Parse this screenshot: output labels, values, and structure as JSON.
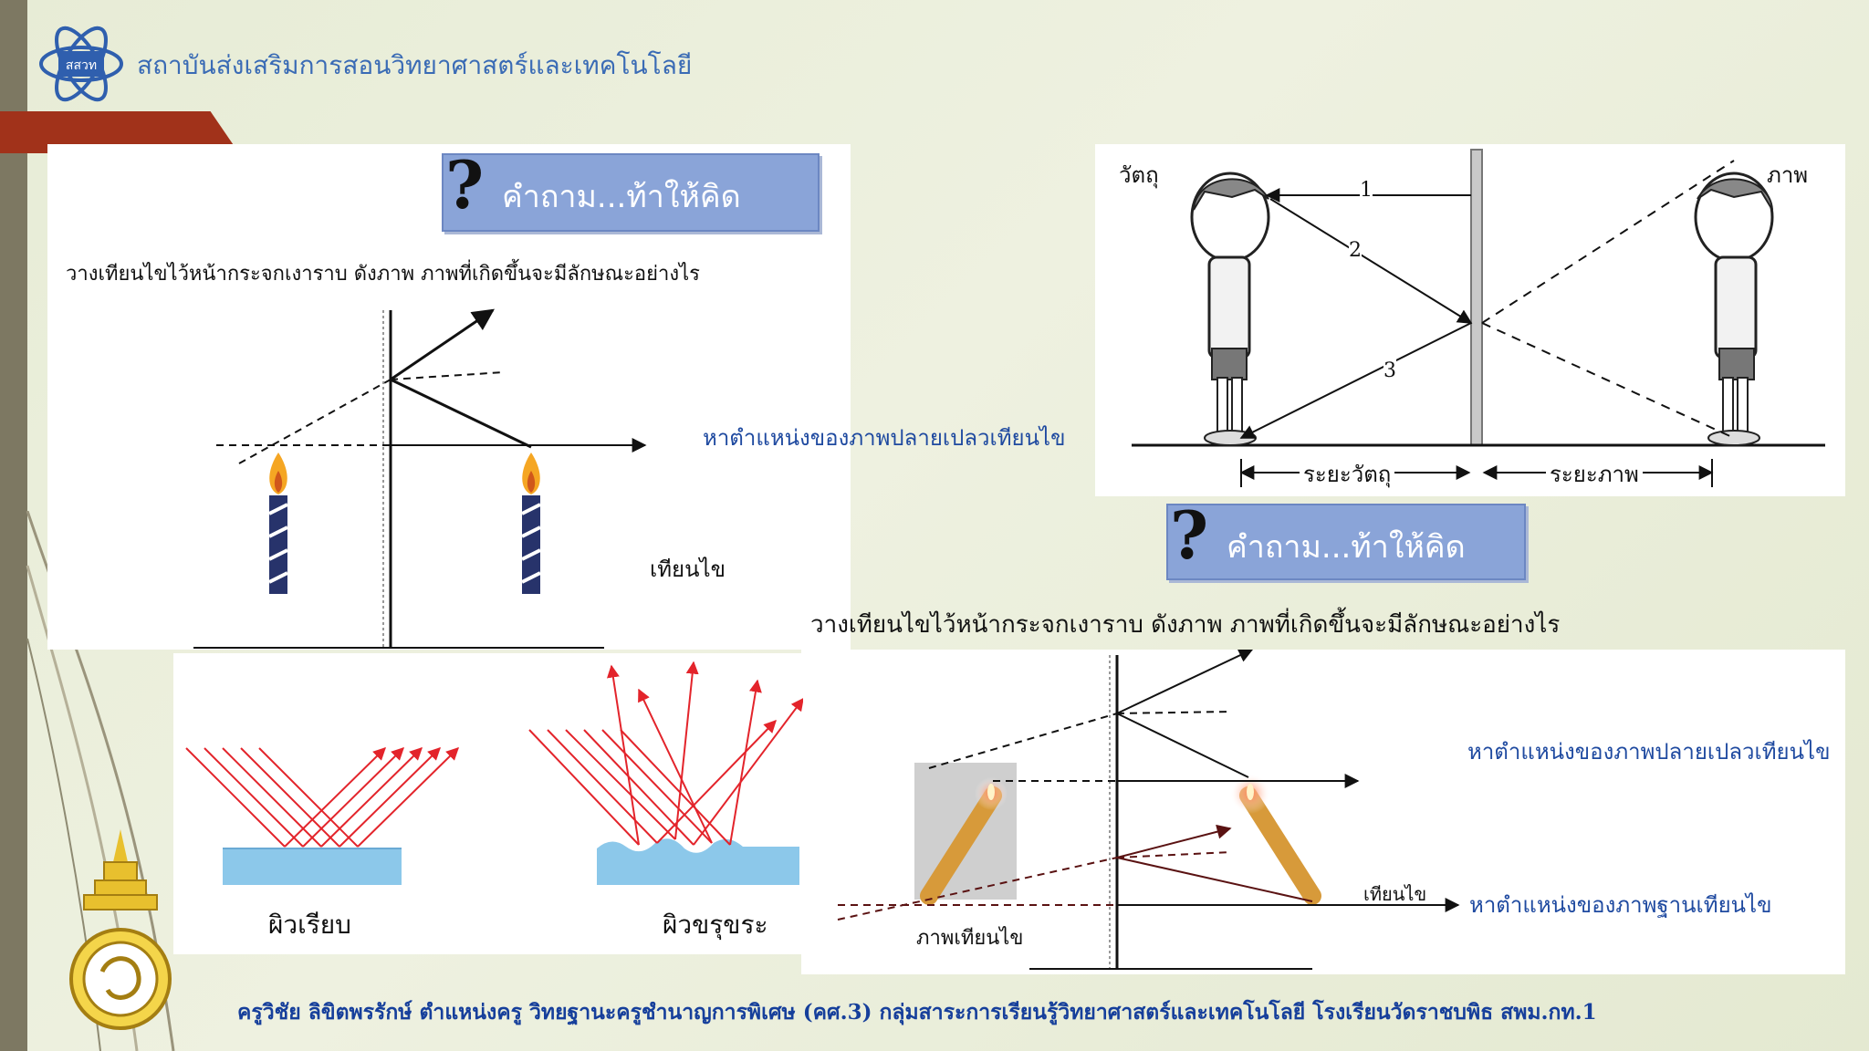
{
  "header": {
    "title": "สถาบันส่งเสริมการสอนวิทยาศาสตร์และเทคโนโลยี",
    "logo_text": "สสวท"
  },
  "question_banner": {
    "label": "คำถาม...ท้าให้คิด",
    "icon": "question-mark-icon"
  },
  "left_panel": {
    "question": "วางเทียนไขไว้หน้ากระจกเงาราบ ดังภาพ  ภาพที่เกิดขึ้นจะมีลักษณะอย่างไร",
    "instruction": "หาตำแหน่งของภาพปลายเปลวเทียนไข",
    "candle_label": "เทียนไข"
  },
  "right_top_diagram": {
    "object_label": "วัตถุ",
    "image_label": "ภาพ",
    "ray_numbers": [
      "1",
      "2",
      "3"
    ],
    "object_distance_label": "ระยะวัตถุ",
    "image_distance_label": "ระยะภาพ"
  },
  "right_bottom_panel": {
    "question": "วางเทียนไขไว้หน้ากระจกเงาราบ ดังภาพ  ภาพที่เกิดขึ้นจะมีลักษณะอย่างไร",
    "instruction_tip": "หาตำแหน่งของภาพปลายเปลวเทียนไข",
    "instruction_base": "หาตำแหน่งของภาพฐานเทียนไข",
    "candle_label": "เทียนไข",
    "image_candle_label": "ภาพเทียนไข"
  },
  "reflection_panel": {
    "smooth_label": "ผิวเรียบ",
    "rough_label": "ผิวขรุขระ"
  },
  "footer": {
    "text": "ครูวิชัย ลิขิตพรรักษ์ ตำแหน่งครู วิทยฐานะครูชำนาญการพิเศษ (คศ.3) กลุ่มสาระการเรียนรู้วิทยาศาสตร์และเทคโนโลยี  โรงเรียนวัดราชบพิธ สพม.กท.1"
  },
  "colors": {
    "header_blue": "#3a6bb5",
    "banner_blue": "#8aa4d8",
    "footer_blue": "#163f9b",
    "accent_red": "#a1321a",
    "ray_red": "#e3242b",
    "water_blue": "#8cc8ea"
  }
}
